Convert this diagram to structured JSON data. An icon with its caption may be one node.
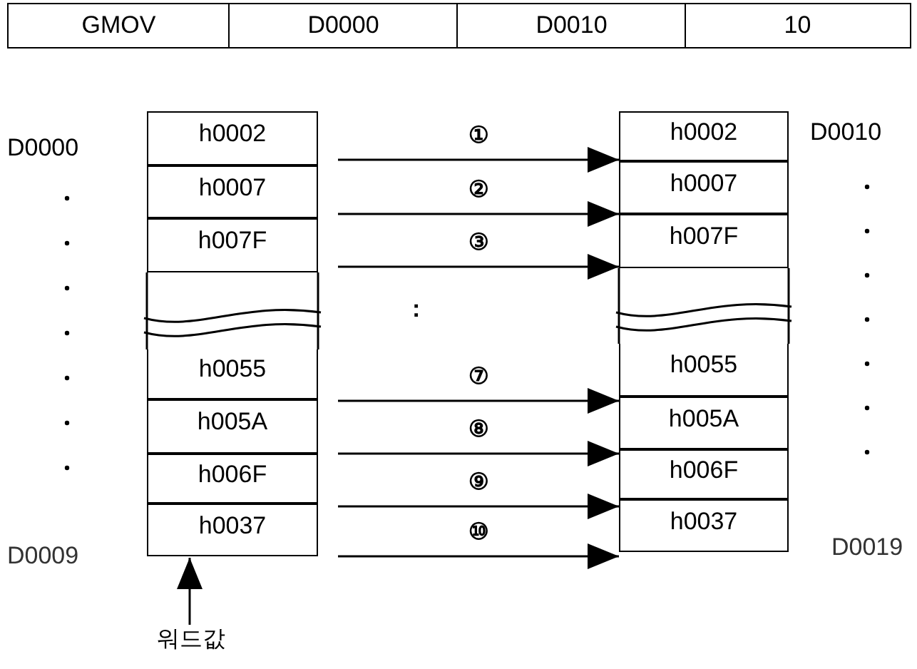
{
  "diagram": {
    "nodes": [
      {
        "text": [
          "h0002"
        ]
      },
      {
        "text": [
          "h0007"
        ]
      },
      {
        "text": [
          "h007F"
        ]
      },
      {
        "text": [
          "h0055"
        ]
      },
      {
        "text": [
          "h005A"
        ]
      },
      {
        "text": [
          "h006F"
        ]
      },
      {
        "text": [
          "h0037"
        ]
      },
      {
        "text": [
          "h0002"
        ]
      },
      {
        "text": [
          "h0007"
        ]
      },
      {
        "text": [
          "h007F"
        ]
      },
      {
        "text": [
          "h0055"
        ]
      },
      {
        "text": [
          "h005A"
        ]
      },
      {
        "text": [
          "h006F"
        ]
      },
      {
        "text": [
          "h0037"
        ]
      },
      {
        "text": [
          "워드값"
        ]
      }
    ],
    "edges": [
      {
        "from": 0,
        "to": 7,
        "arrow": "to",
        "label": "①"
      },
      {
        "from": 1,
        "to": 8,
        "arrow": "to",
        "label": "②"
      },
      {
        "from": 2,
        "to": 9,
        "arrow": "to",
        "label": "③"
      },
      {
        "from": 3,
        "to": 10,
        "arrow": "to",
        "label": "⑦"
      },
      {
        "from": 4,
        "to": 11,
        "arrow": "to",
        "label": "⑧"
      },
      {
        "from": 5,
        "to": 12,
        "arrow": "to",
        "label": "⑨"
      },
      {
        "from": 6,
        "to": 13,
        "arrow": "to",
        "label": "⑩"
      },
      {
        "from": 14,
        "to": 6,
        "arrow": "to"
      }
    ],
    "labels": [
      "GMOV",
      "D0000",
      "D0010",
      "10",
      "D0000",
      "D0010",
      ":",
      "D0009",
      "D0019"
    ]
  }
}
